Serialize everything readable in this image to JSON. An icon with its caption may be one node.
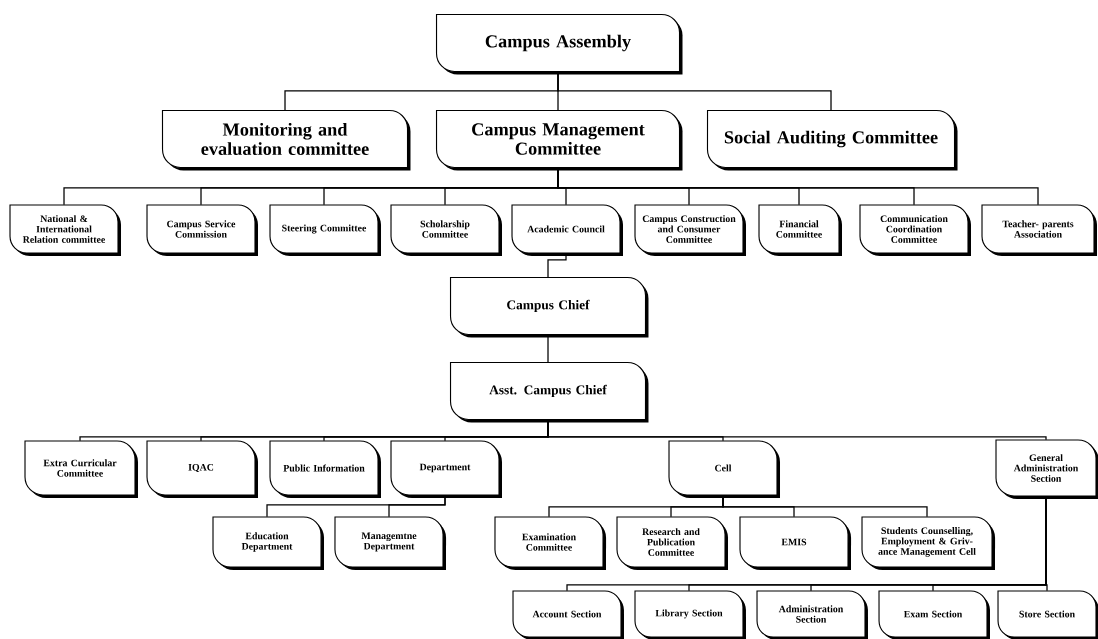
{
  "diagram": {
    "nodes": [
      {
        "text": [
          "Campus Assembly"
        ]
      },
      {
        "text": [
          "Monitoring and evaluation committee"
        ]
      },
      {
        "text": [
          "Campus Management Committee"
        ]
      },
      {
        "text": [
          "Social Auditing Committee"
        ]
      },
      {
        "text": [
          "National & International Relation committee"
        ]
      },
      {
        "text": [
          "Campus Service Commission"
        ]
      },
      {
        "text": [
          "Steering Committee"
        ]
      },
      {
        "text": [
          "Scholarship Committee"
        ]
      },
      {
        "text": [
          "Academic Council"
        ]
      },
      {
        "text": [
          "Campus Construction and Consumer Committee"
        ]
      },
      {
        "text": [
          "Financial Committee"
        ]
      },
      {
        "text": [
          "Communication Coordination Committee"
        ]
      },
      {
        "text": [
          "Teacher- parents Association"
        ]
      },
      {
        "text": [
          "Campus Chief"
        ]
      },
      {
        "text": [
          "Asst. Campus Chief"
        ]
      },
      {
        "text": [
          "Extra Curricular Committee"
        ]
      },
      {
        "text": [
          "IQAC"
        ]
      },
      {
        "text": [
          "Public Information"
        ]
      },
      {
        "text": [
          "Department"
        ]
      },
      {
        "text": [
          "Cell"
        ]
      },
      {
        "text": [
          "General Administration Section"
        ]
      },
      {
        "text": [
          "Education Department"
        ]
      },
      {
        "text": [
          "Managemtne Department"
        ]
      },
      {
        "text": [
          "Examination Committee"
        ]
      },
      {
        "text": [
          "Research and Publication Committee"
        ]
      },
      {
        "text": [
          "EMIS"
        ]
      },
      {
        "text": [
          "Students Counselling, Employment & Griv- ance Management Cell"
        ]
      },
      {
        "text": [
          "Account Section"
        ]
      },
      {
        "text": [
          "Library Section"
        ]
      },
      {
        "text": [
          "Administration Section"
        ]
      },
      {
        "text": [
          "Exam Section"
        ]
      },
      {
        "text": [
          "Store Section"
        ]
      }
    ],
    "edges": [
      {
        "from": 0,
        "to": 1,
        "arrow": "none"
      },
      {
        "from": 0,
        "to": 2,
        "arrow": "none"
      },
      {
        "from": 0,
        "to": 3,
        "arrow": "none"
      },
      {
        "from": 2,
        "to": 4,
        "arrow": "none"
      },
      {
        "from": 2,
        "to": 5,
        "arrow": "none"
      },
      {
        "from": 2,
        "to": 6,
        "arrow": "none"
      },
      {
        "from": 2,
        "to": 7,
        "arrow": "none"
      },
      {
        "from": 2,
        "to": 8,
        "arrow": "none"
      },
      {
        "from": 2,
        "to": 9,
        "arrow": "none"
      },
      {
        "from": 2,
        "to": 10,
        "arrow": "none"
      },
      {
        "from": 2,
        "to": 11,
        "arrow": "none"
      },
      {
        "from": 2,
        "to": 12,
        "arrow": "none"
      },
      {
        "from": 8,
        "to": 13,
        "arrow": "none"
      },
      {
        "from": 13,
        "to": 14,
        "arrow": "none"
      },
      {
        "from": 14,
        "to": 15,
        "arrow": "none"
      },
      {
        "from": 14,
        "to": 16,
        "arrow": "none"
      },
      {
        "from": 14,
        "to": 17,
        "arrow": "none"
      },
      {
        "from": 14,
        "to": 18,
        "arrow": "none"
      },
      {
        "from": 14,
        "to": 19,
        "arrow": "none"
      },
      {
        "from": 14,
        "to": 20,
        "arrow": "none"
      },
      {
        "from": 18,
        "to": 21,
        "arrow": "none"
      },
      {
        "from": 18,
        "to": 22,
        "arrow": "none"
      },
      {
        "from": 19,
        "to": 23,
        "arrow": "none"
      },
      {
        "from": 19,
        "to": 24,
        "arrow": "none"
      },
      {
        "from": 19,
        "to": 25,
        "arrow": "none"
      },
      {
        "from": 19,
        "to": 26,
        "arrow": "none"
      },
      {
        "from": 20,
        "to": 27,
        "arrow": "none"
      },
      {
        "from": 20,
        "to": 28,
        "arrow": "none"
      },
      {
        "from": 20,
        "to": 29,
        "arrow": "none"
      },
      {
        "from": 20,
        "to": 30,
        "arrow": "none"
      },
      {
        "from": 20,
        "to": 31,
        "arrow": "none"
      }
    ]
  }
}
